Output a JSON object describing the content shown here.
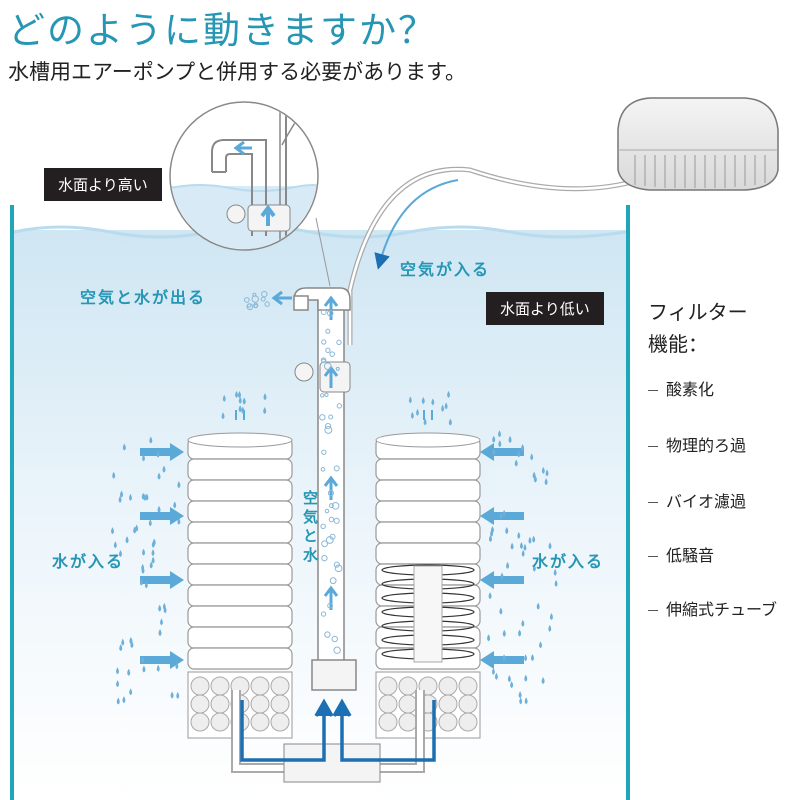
{
  "header": {
    "title": "どのように動きますか？",
    "subtitle": "水槽用エアーポンプと併用する必要があります。"
  },
  "tags": {
    "above_water": "水面より高い",
    "below_water": "水面より低い"
  },
  "labels": {
    "air_in": "空気が入る",
    "air_water_out": "空気と水が出る",
    "water_in_left": "水が入る",
    "water_in_right": "水が入る",
    "air_and_water": "空気と水"
  },
  "features": {
    "title_line1": "フィルター",
    "title_line2": "機能：",
    "items": [
      "酸素化",
      "物理的ろ過",
      "バイオ濾過",
      "低騒音",
      "伸縮式チューブ"
    ]
  },
  "colors": {
    "accent": "#2596b4",
    "tank_wall": "#1fa6b8",
    "water_top": "#d8ecf6",
    "water_bottom": "#ffffff",
    "flow_arrow": "#1c6fb3"
  }
}
